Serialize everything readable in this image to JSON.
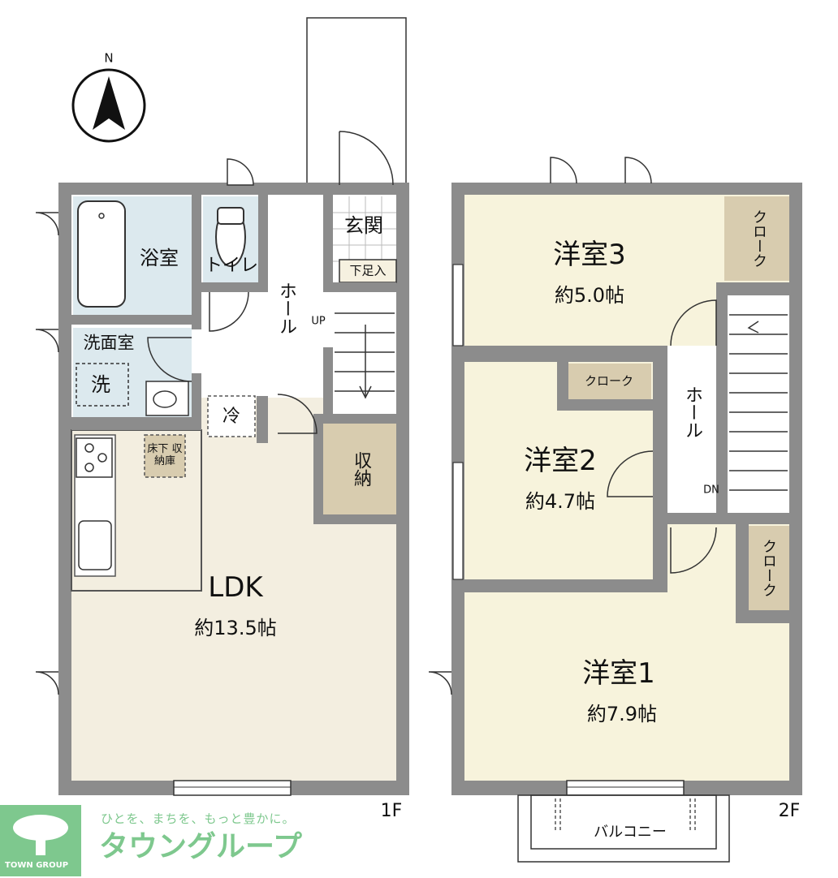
{
  "compass": {
    "label": "N"
  },
  "floor1": {
    "label": "1F",
    "rooms": {
      "bath": "浴室",
      "toilet": "トイレ",
      "entrance": "玄関",
      "shoe_box": "下足入",
      "hall": "ホール",
      "up": "UP",
      "washroom": "洗面室",
      "washer": "洗",
      "fridge": "冷",
      "underfloor": "床下 収納庫",
      "storage": "収納",
      "ldk": "LDK",
      "ldk_size": "約13.5帖"
    }
  },
  "floor2": {
    "label": "2F",
    "rooms": {
      "room3": "洋室3",
      "room3_size": "約5.0帖",
      "cloak_top": "クローク",
      "room2": "洋室2",
      "room2_size": "約4.7帖",
      "cloak_mid": "クローク",
      "hall": "ホール",
      "dn": "DN",
      "cloak_low": "クローク",
      "room1": "洋室1",
      "room1_size": "約7.9帖",
      "balcony": "バルコニー"
    }
  },
  "branding": {
    "logo_caption": "TOWN GROUP",
    "tagline": "ひとを、まちを、もっと豊かに。",
    "name": "タウングループ"
  },
  "colors": {
    "wall": "#8c8c8c",
    "room_yellow": "#f7f3dc",
    "ldk_floor": "#f3eee0",
    "wet_area": "#dce9ee",
    "storage": "#d8ccaf",
    "brand_green": "#7ec88e"
  }
}
